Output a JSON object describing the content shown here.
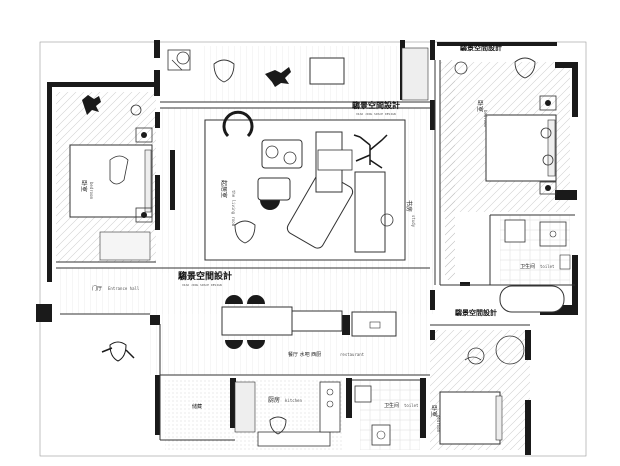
{
  "plan": {
    "brand": {
      "name": "騶景空間設計",
      "tagline": "XIAO JING SPACE DESIGN"
    },
    "rooms": {
      "bedroom_left": {
        "cn": "卧室",
        "en": "bedroom"
      },
      "bedroom_right": {
        "cn": "卧室",
        "en": "bedroom"
      },
      "bedroom_bottom": {
        "cn": "卧室",
        "en": "bedroom"
      },
      "living_room": {
        "cn": "起居室",
        "en": "the living room"
      },
      "study": {
        "cn": "书房",
        "en": "study"
      },
      "entrance": {
        "cn": "门厅",
        "en": "Entrance hall"
      },
      "restaurant": {
        "cn": "餐厅 水吧 西厨",
        "en": "restaurant"
      },
      "kitchen": {
        "cn": "厨房",
        "en": "kitchen"
      },
      "toilet_right": {
        "cn": "卫生间",
        "en": "toilet"
      },
      "toilet_bottom": {
        "cn": "卫生间",
        "en": "toilet"
      },
      "storage": {
        "cn": "储藏"
      }
    },
    "colors": {
      "wall": "#1a1a1a",
      "line": "#333333",
      "fill": "#f2f2f2",
      "hatch": "#bbbbbb"
    }
  }
}
